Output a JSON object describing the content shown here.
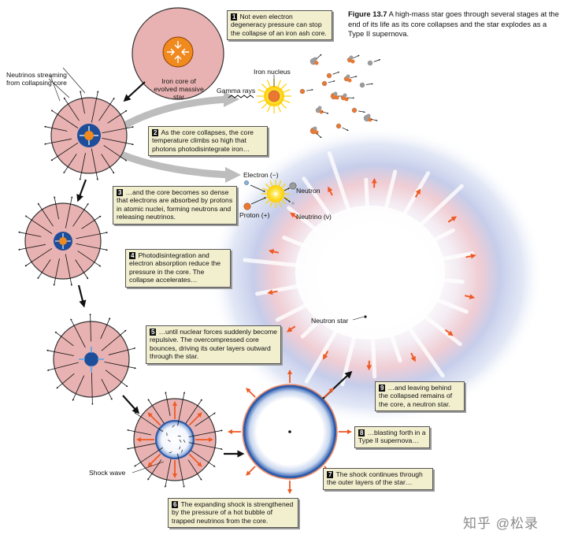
{
  "caption": {
    "figure": "Figure 13.7",
    "text": "A high-mass star goes through several stages at the end of its life as its core collapses and the star explodes as a Type II supernova."
  },
  "labels": {
    "iron_core": "Iron core of evolved massive star",
    "neutrinos": "Neutrinos streaming from collapsing core",
    "iron_nucleus": "Iron nucleus",
    "gamma_rays": "Gamma rays",
    "electron": "Electron (−)",
    "neutron": "Neutron",
    "proton": "Proton (+)",
    "neutrino": "Neutrino (ν)",
    "neutron_star": "Neutron star",
    "shock_wave": "Shock wave"
  },
  "steps": [
    {
      "n": "1",
      "text": "Not even electron degeneracy pressure can stop the collapse of an iron ash core."
    },
    {
      "n": "2",
      "text": "As the core collapses, the core temperature climbs so high that photons photodisintegrate iron…"
    },
    {
      "n": "3",
      "text": "…and the core becomes so dense that electrons are absorbed by protons in atomic nuclei, forming neutrons and releasing neutrinos."
    },
    {
      "n": "4",
      "text": "Photodisintegration and electron absorption reduce the pressure in the core. The collapse accelerates…"
    },
    {
      "n": "5",
      "text": "…until nuclear forces suddenly become repulsive. The overcompressed core bounces, driving its outer layers outward through the star."
    },
    {
      "n": "6",
      "text": "The expanding shock is strengthened by the pressure of a hot bubble of trapped neutrinos from the core."
    },
    {
      "n": "7",
      "text": "The shock continues through the outer layers of the star…"
    },
    {
      "n": "8",
      "text": "…blasting forth in a Type II supernova…"
    },
    {
      "n": "9",
      "text": "…and leaving behind the collapsed remains of the core, a neutron star."
    }
  ],
  "watermark": "知乎 @松录",
  "colors": {
    "star_fill": "#e9b2b2",
    "star_edge": "#333333",
    "core_blue": "#1e4e9a",
    "iron_orange": "#f08a1e",
    "box_fill": "#f2efcf",
    "arrow_gray": "#bdbdbd",
    "shock_orange": "#ee5a24",
    "neutrino_blue": "#4aa6e8"
  }
}
